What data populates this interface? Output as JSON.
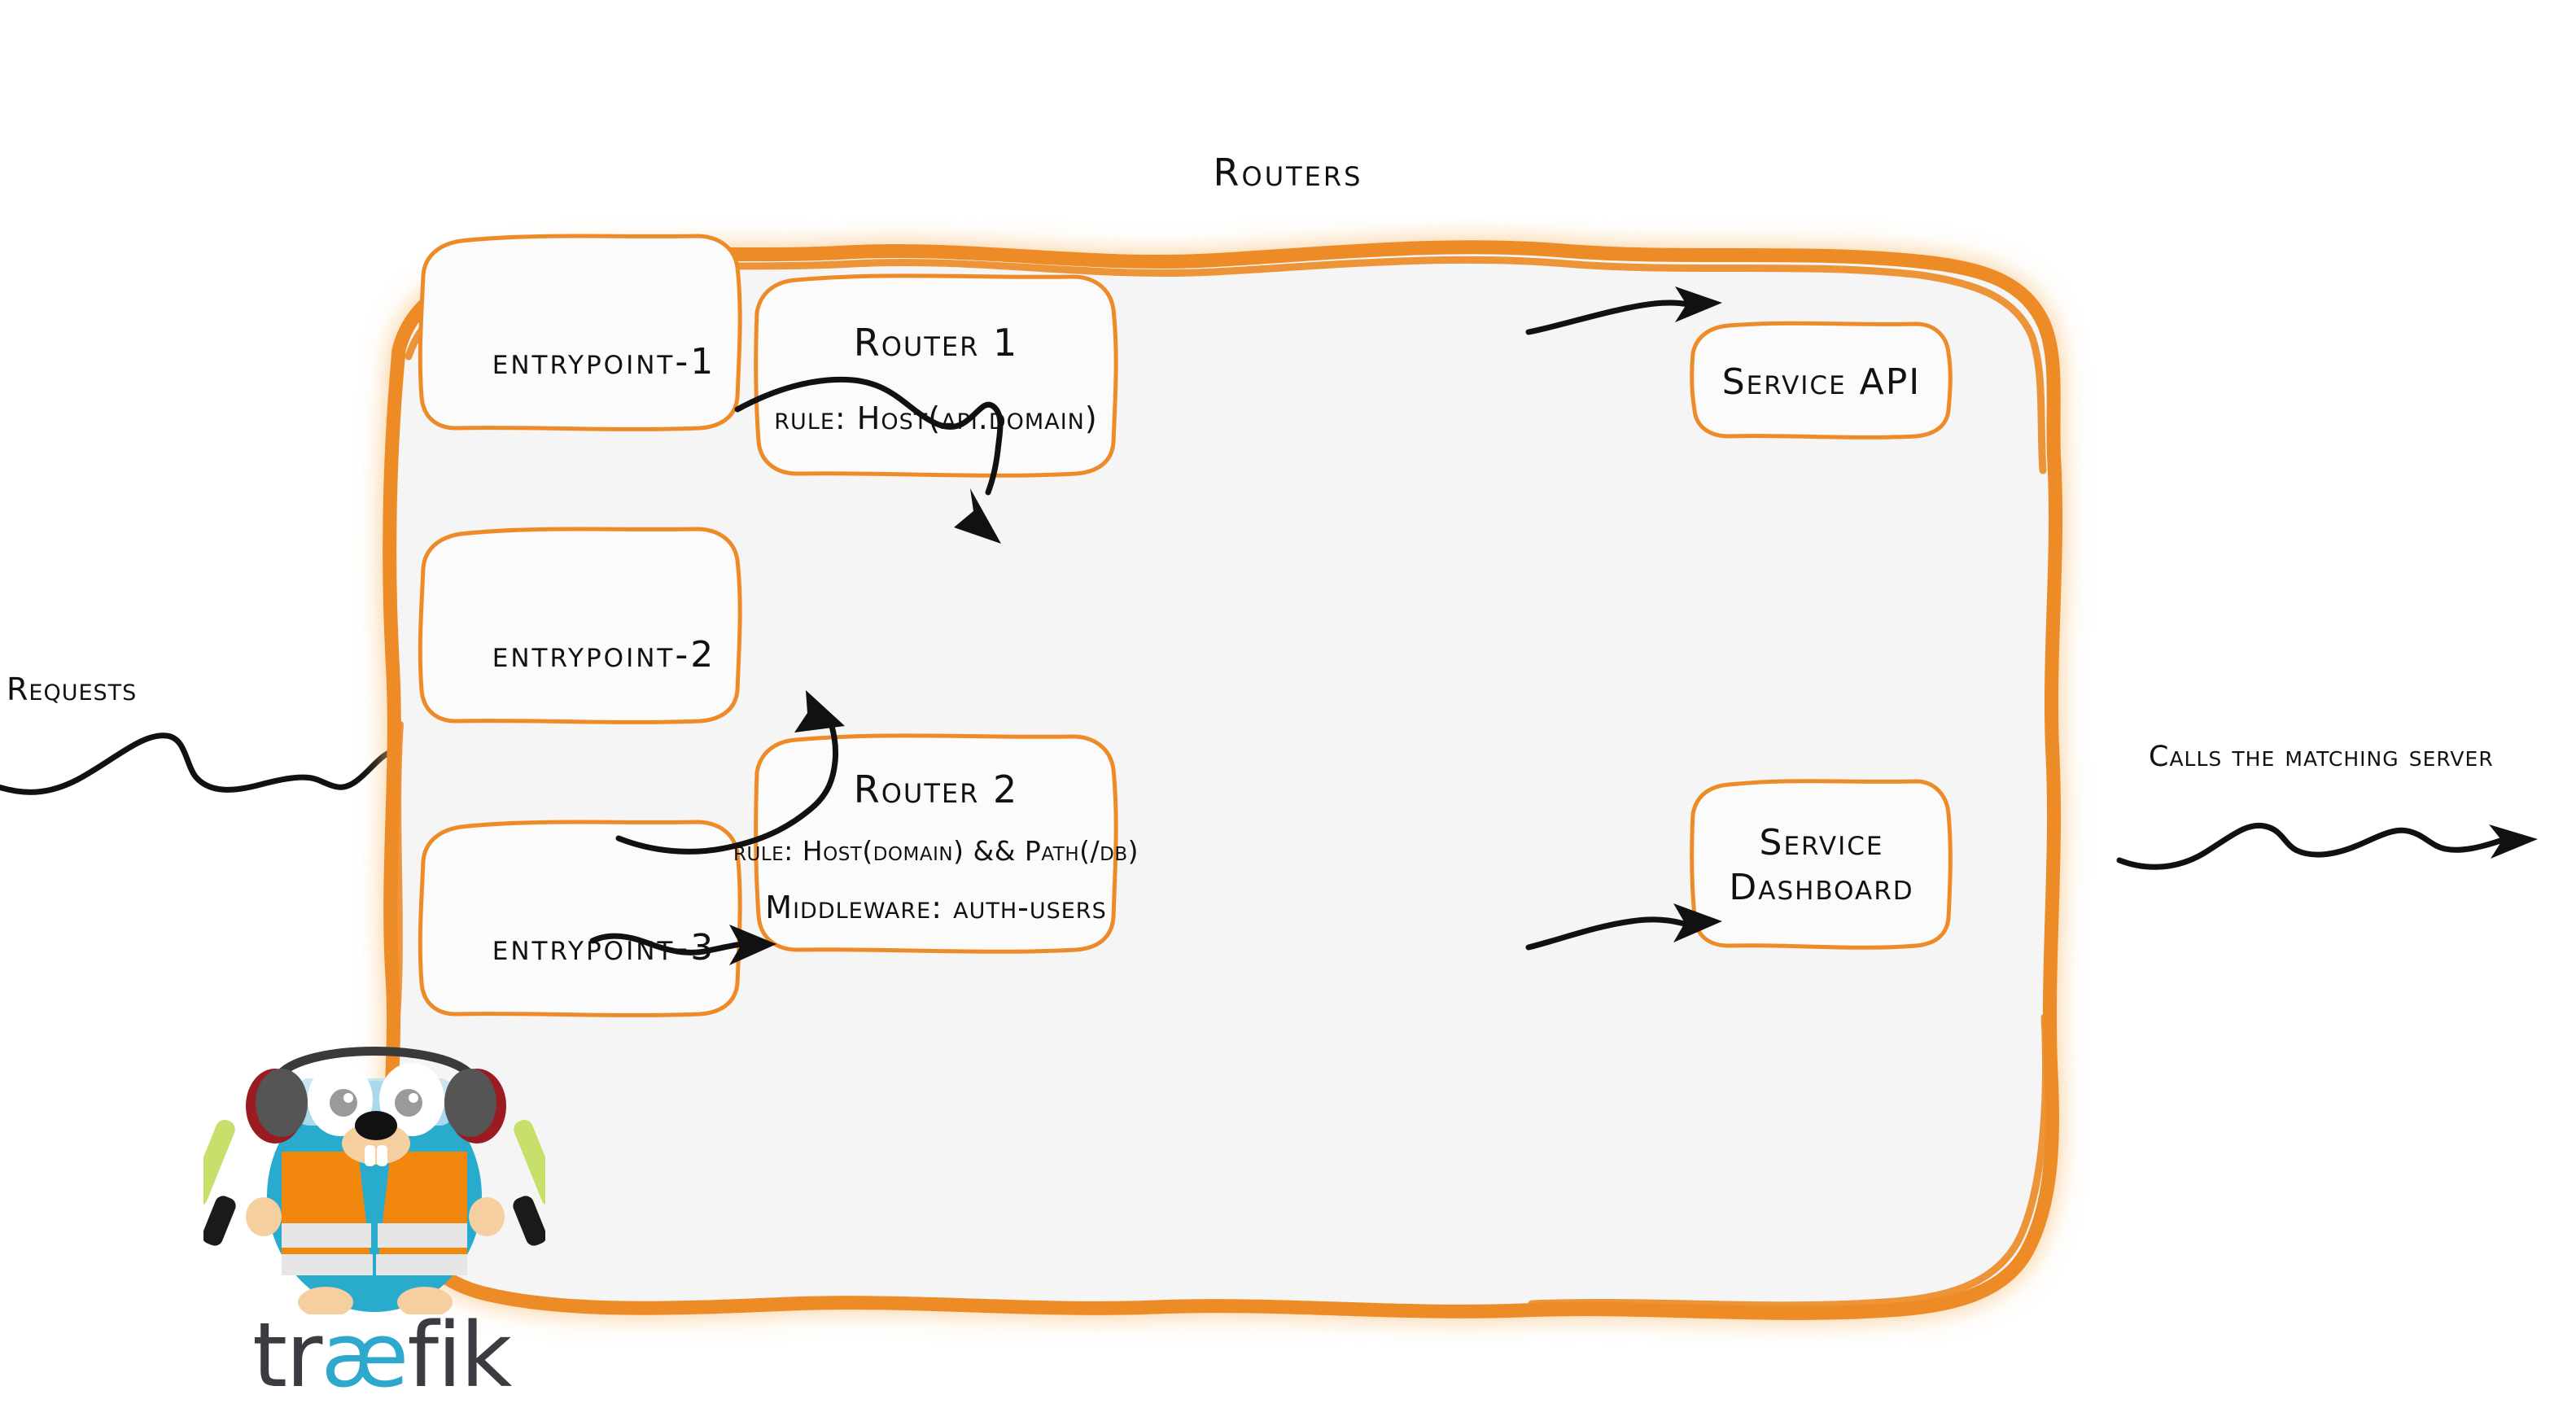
{
  "diagram": {
    "title": "Routers",
    "brand": "traefik",
    "colors": {
      "accent_orange": "#ED8B28",
      "container_fill": "#F5F5F5",
      "box_fill": "#FBFBFB",
      "ink_black": "#111111",
      "gopher_body": "#29ABCE",
      "gopher_vest": "#F2870D",
      "logo_grey": "#3B3B42",
      "logo_cyan": "#2FA8CD"
    }
  },
  "inbound": {
    "label": "Requests",
    "arrow": "wavy-arrow-right-icon"
  },
  "outbound": {
    "label": "Calls the matching server",
    "arrow": "wavy-arrow-right-icon"
  },
  "entrypoints": [
    {
      "label": "entrypoint-1"
    },
    {
      "label": "entrypoint-2"
    },
    {
      "label": "entrypoint-3"
    }
  ],
  "routers": [
    {
      "name": "Router 1",
      "lines": [
        "rule: Host(api.domain)"
      ]
    },
    {
      "name": "Router 2",
      "lines": [
        "rule: Host(domain) && Path(/db)",
        "Middleware: auth-users"
      ]
    }
  ],
  "services": [
    {
      "label": "Service API",
      "lines": [
        "Service API"
      ]
    },
    {
      "label": "Service Dashboard",
      "lines": [
        "Service",
        "Dashboard"
      ]
    }
  ],
  "logo": {
    "word_pre": "tr",
    "word_ae": "æ",
    "word_post": "fik",
    "mascot": "traefik-gopher-mascot"
  }
}
